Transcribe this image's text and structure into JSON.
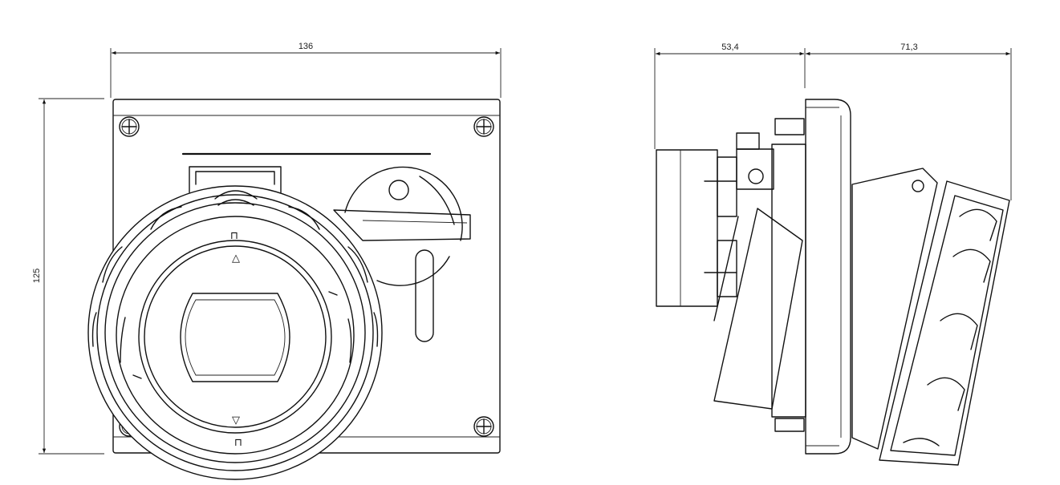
{
  "dimensions": {
    "front_width": "136",
    "front_height": "125",
    "side_depth_rear": "53,4",
    "side_depth_front": "71,3"
  },
  "symbols": {
    "lock_open": "⊓",
    "arrow_up": "△",
    "arrow_down": "▽"
  }
}
